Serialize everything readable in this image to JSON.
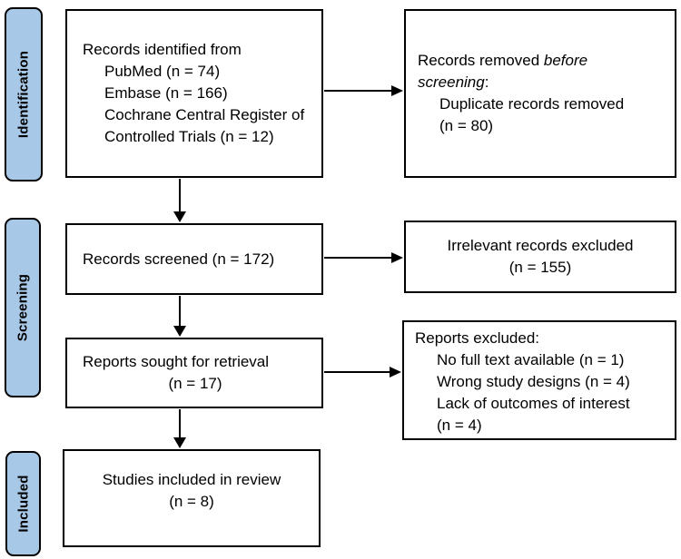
{
  "colors": {
    "stage_fill": "#A8C8E8",
    "border": "#000000",
    "background": "#FFFFFF"
  },
  "stages": [
    {
      "label": "Identification"
    },
    {
      "label": "Screening"
    },
    {
      "label": "Included"
    }
  ],
  "boxes": {
    "identified": {
      "intro": "Records identified from",
      "lines": [
        "PubMed (n = 74)",
        "Embase (n = 166)",
        "Cochrane Central Register of",
        "Controlled Trials (n = 12)"
      ]
    },
    "removed": {
      "intro_normal": "Records removed ",
      "intro_italic_1": "before",
      "intro_italic_2": "screening",
      "intro_suffix": ":",
      "lines": [
        "Duplicate records removed",
        "(n = 80)"
      ]
    },
    "screened": {
      "line": "Records screened (n = 172)"
    },
    "irrelevant": {
      "line1": "Irrelevant records excluded",
      "line2": "(n = 155)"
    },
    "retrieval": {
      "line1": "Reports sought for retrieval",
      "line2": "(n = 17)"
    },
    "reports_excluded": {
      "intro": "Reports excluded:",
      "lines": [
        "No full text available (n = 1)",
        "Wrong study designs (n = 4)",
        "Lack of outcomes of interest",
        "(n = 4)"
      ]
    },
    "included": {
      "line1": "Studies included in review",
      "line2": "(n = 8)"
    }
  }
}
